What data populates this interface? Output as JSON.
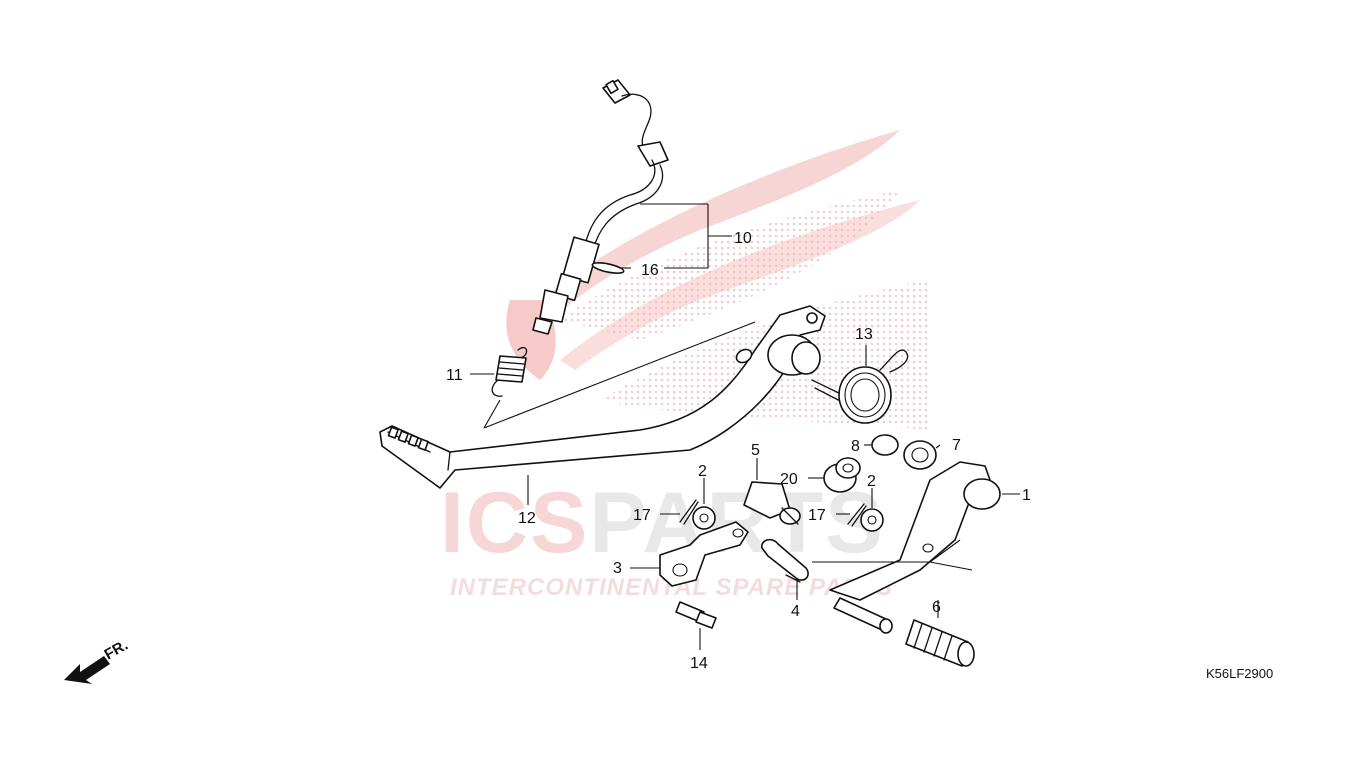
{
  "watermark": {
    "logo_text": "ICSPARTS",
    "tagline": "INTERCONTINENTAL SPARE PARTS",
    "colors": {
      "red": "#e63946",
      "gray": "#9e9e9e",
      "wing": "#f2c4c4"
    }
  },
  "callouts": [
    {
      "id": "1",
      "label": "1"
    },
    {
      "id": "2a",
      "label": "2"
    },
    {
      "id": "2b",
      "label": "2"
    },
    {
      "id": "3",
      "label": "3"
    },
    {
      "id": "4",
      "label": "4"
    },
    {
      "id": "5",
      "label": "5"
    },
    {
      "id": "6",
      "label": "6"
    },
    {
      "id": "7",
      "label": "7"
    },
    {
      "id": "8",
      "label": "8"
    },
    {
      "id": "10",
      "label": "10"
    },
    {
      "id": "11",
      "label": "11"
    },
    {
      "id": "12",
      "label": "12"
    },
    {
      "id": "13",
      "label": "13"
    },
    {
      "id": "14",
      "label": "14"
    },
    {
      "id": "16",
      "label": "16"
    },
    {
      "id": "17a",
      "label": "17"
    },
    {
      "id": "17b",
      "label": "17"
    },
    {
      "id": "20",
      "label": "20"
    }
  ],
  "front_indicator": {
    "label": "FR.",
    "icon": "front-arrow-icon"
  },
  "diagram_code": "K56LF2900"
}
